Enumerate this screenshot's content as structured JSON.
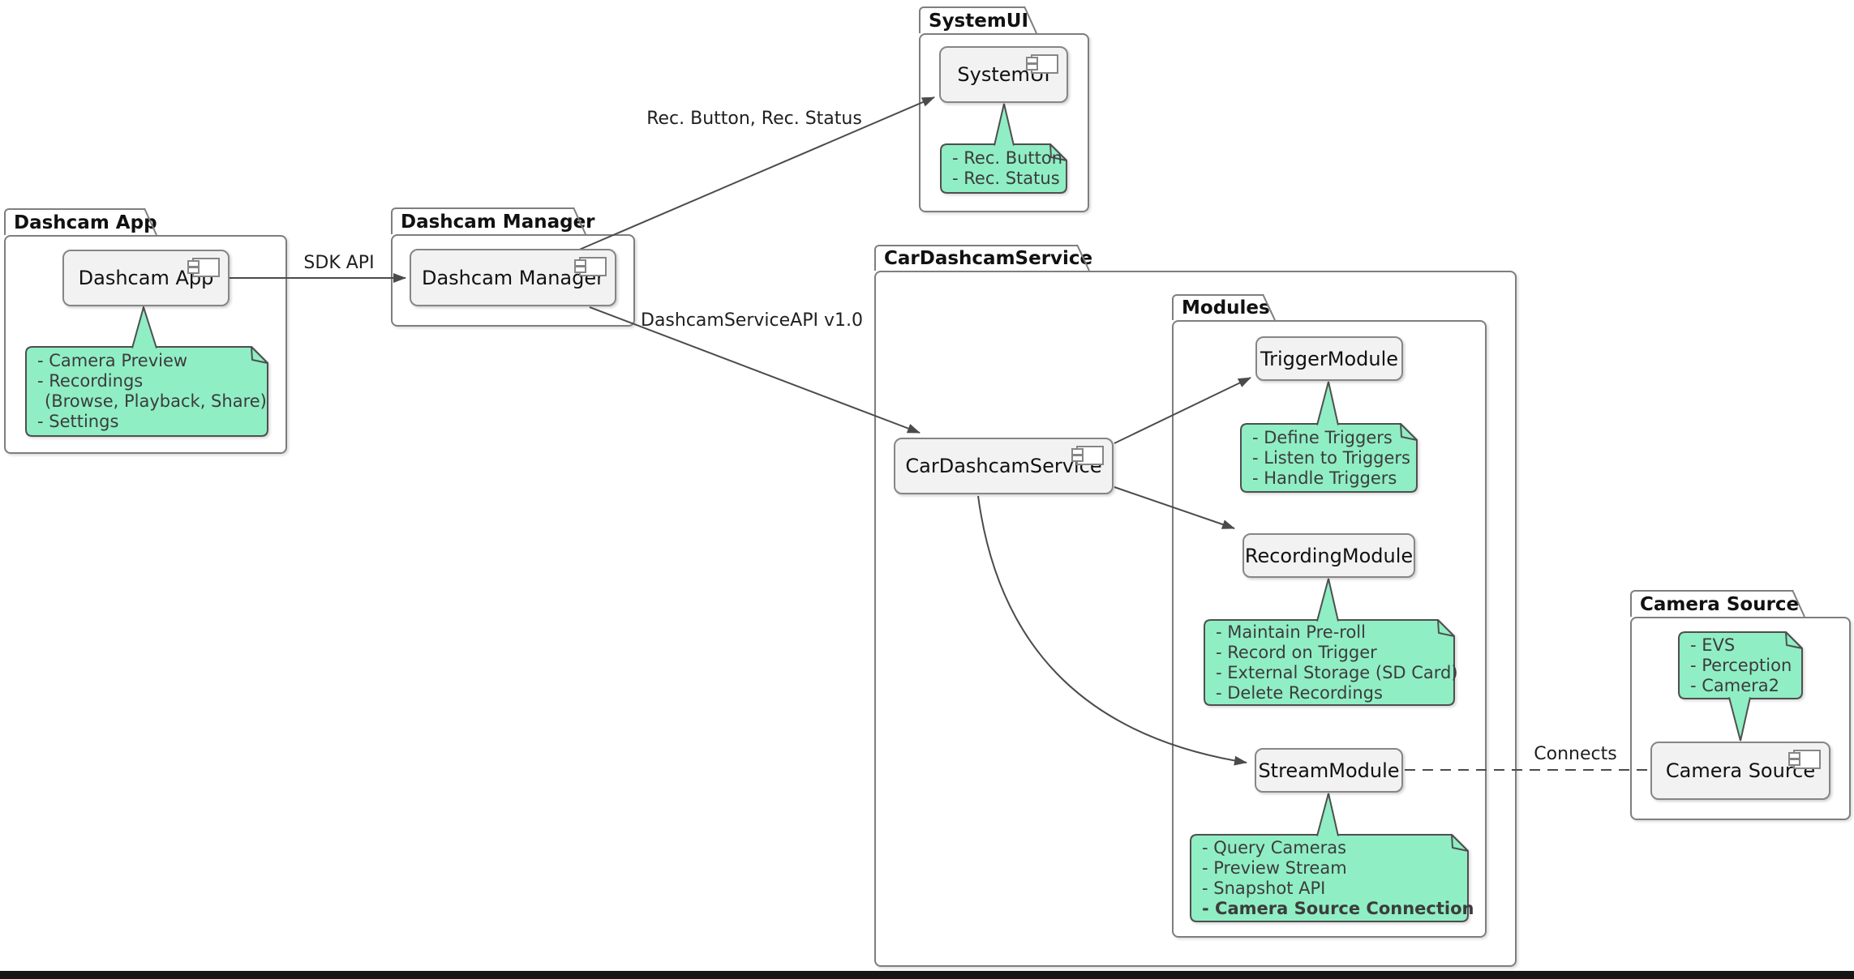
{
  "packages": {
    "dashcam_app": {
      "title": "Dashcam App"
    },
    "dashcam_manager": {
      "title": "Dashcam Manager"
    },
    "systemui": {
      "title": "SystemUI"
    },
    "car_dashcam_service": {
      "title": "CarDashcamService"
    },
    "modules": {
      "title": "Modules"
    },
    "camera_source": {
      "title": "Camera Source"
    }
  },
  "components": {
    "dashcam_app": {
      "label": "Dashcam App"
    },
    "dashcam_manager": {
      "label": "Dashcam Manager"
    },
    "systemui": {
      "label": "SystemUI"
    },
    "car_dashcam_service": {
      "label": "CarDashcamService"
    },
    "trigger_module": {
      "label": "TriggerModule"
    },
    "recording_module": {
      "label": "RecordingModule"
    },
    "stream_module": {
      "label": "StreamModule"
    },
    "camera_source": {
      "label": "Camera Source"
    }
  },
  "notes": {
    "dashcam_app": {
      "lines": [
        "- Camera Preview",
        "- Recordings",
        "(Browse, Playback, Share)",
        "- Settings"
      ]
    },
    "systemui": {
      "lines": [
        "- Rec. Button",
        "- Rec. Status"
      ]
    },
    "trigger_module": {
      "lines": [
        "- Define Triggers",
        "- Listen to Triggers",
        "- Handle Triggers"
      ]
    },
    "recording_module": {
      "lines": [
        "- Maintain Pre-roll",
        "- Record on Trigger",
        "- External Storage (SD Card)",
        "- Delete Recordings"
      ]
    },
    "stream_module": {
      "lines": [
        "- Query Cameras",
        "- Preview Stream",
        "- Snapshot API",
        "- Camera Source Connection"
      ]
    },
    "camera_source": {
      "lines": [
        "- EVS",
        "- Perception",
        "- Camera2"
      ]
    }
  },
  "edges": {
    "sdk_api": {
      "label": "SDK API"
    },
    "rec_button_status": {
      "label": "Rec. Button, Rec. Status"
    },
    "dashcam_service_api": {
      "label": "DashcamServiceAPI v1.0"
    },
    "connects": {
      "label": "Connects"
    }
  },
  "colors": {
    "note_fill": "#90EEC4",
    "note_border": "#4F4F4F",
    "note_text": "#3C3C3C",
    "component_fill": "#F2F2F2",
    "component_border": "#868686",
    "package_border": "#7E7E7E",
    "line": "#4B4B4B",
    "text": "#111111",
    "bottom_bar": "#151515"
  }
}
